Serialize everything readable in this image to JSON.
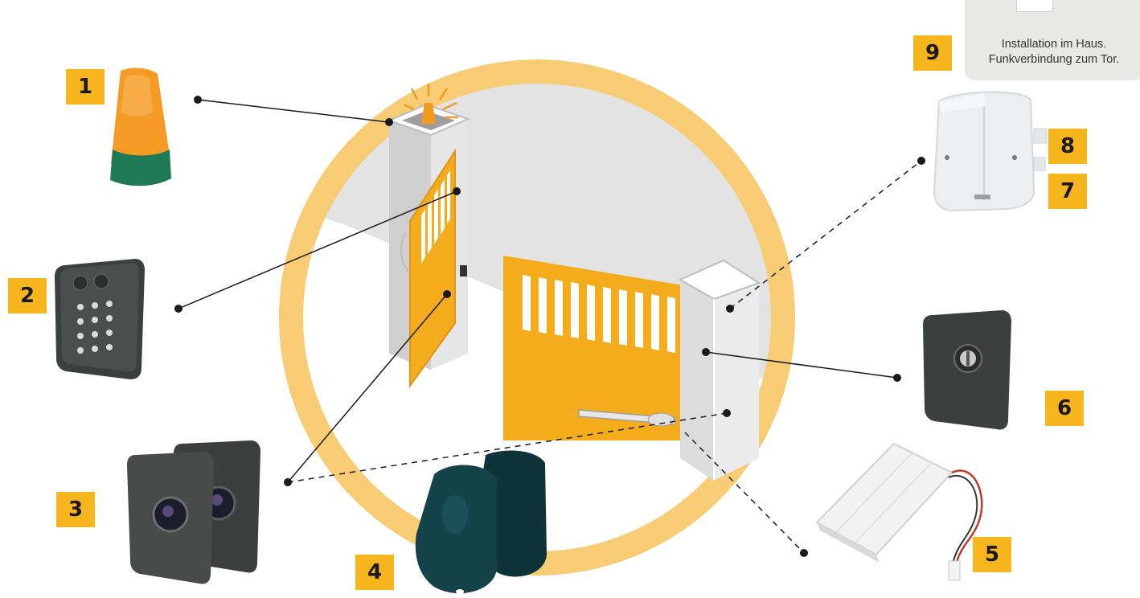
{
  "colors": {
    "accent": "#f7b51e",
    "ring": "#f8cc74",
    "gate": "#f4ab1c",
    "device_dark": "#3b3f3e",
    "panel_bg": "#e8e8e4"
  },
  "badges": [
    {
      "number": "1",
      "device": "warning-lamp"
    },
    {
      "number": "2",
      "device": "digital-keypad"
    },
    {
      "number": "3",
      "device": "photocells"
    },
    {
      "number": "4",
      "device": "remote-controls"
    },
    {
      "number": "5",
      "device": "backup-battery"
    },
    {
      "number": "6",
      "device": "key-switch"
    },
    {
      "number": "7",
      "device": "junction-box"
    },
    {
      "number": "8",
      "device": "junction-box"
    },
    {
      "number": "9",
      "device": "indoor-receiver"
    }
  ],
  "info": {
    "line1": "Installation im Haus.",
    "line2": "Funkverbindung zum Tor."
  },
  "icons": [
    "warning-lamp-icon",
    "keypad-icon",
    "photocell-icon",
    "remote-control-icon",
    "battery-pack-icon",
    "key-switch-icon",
    "junction-box-icon"
  ]
}
